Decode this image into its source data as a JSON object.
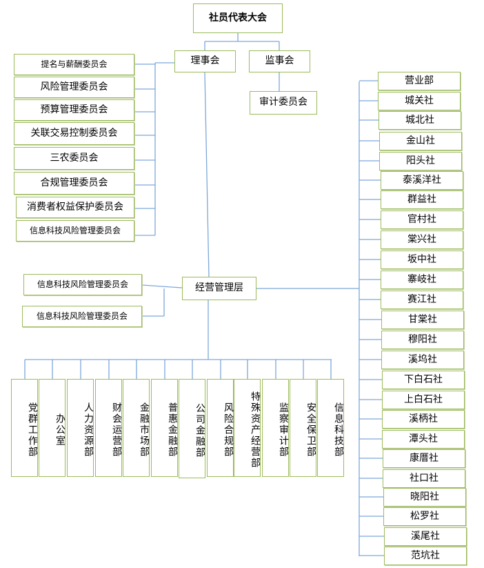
{
  "top": {
    "title": "社员代表大会"
  },
  "board": {
    "label": "理事会"
  },
  "supervisory": {
    "label": "监事会"
  },
  "audit": {
    "label": "审计委员会"
  },
  "committees": [
    "提名与薪酬委员会",
    "风险管理委员会",
    "预算管理委员会",
    "关联交易控制委员会",
    "三农委员会",
    "合规管理委员会",
    "消费者权益保护委员会",
    "信息科技风险管理委员会"
  ],
  "management": {
    "label": "经营管理层"
  },
  "mgmt_committees": [
    "信息科技风险管理委员会",
    "信息科技风险管理委员会"
  ],
  "departments": [
    "党群工作部",
    "办公室",
    "人力资源部",
    "财会运营部",
    "金融市场部",
    "普惠金融部",
    "公司金融部",
    "风险合规部",
    "特殊资产经营部",
    "监察审计部",
    "安全保卫部",
    "信息科技部"
  ],
  "branches": [
    "营业部",
    "城关社",
    "城北社",
    "金山社",
    "阳头社",
    "泰溪洋社",
    "群益社",
    "官村社",
    "棠兴社",
    "坂中社",
    "寨岐社",
    "赛江社",
    "甘棠社",
    "穆阳社",
    "溪坞社",
    "下白石社",
    "上白石社",
    "溪柄社",
    "潭头社",
    "康厝社",
    "社口社",
    "晓阳社",
    "松罗社",
    "溪尾社",
    "范坑社"
  ]
}
